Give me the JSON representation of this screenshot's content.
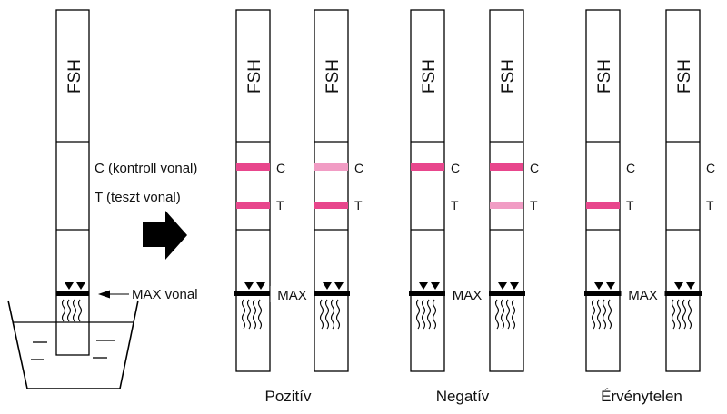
{
  "colors": {
    "line_strong": "#e8468c",
    "line_faint": "#f19cc4",
    "outline": "#000000",
    "water": "#000000"
  },
  "diagram": {
    "strip_label": "FSH",
    "c_annotation": "C (kontroll vonal)",
    "t_annotation": "T (teszt vonal)",
    "max_annotation": "MAX vonal",
    "c_mark": "C",
    "t_mark": "T",
    "max_mark": "MAX",
    "groups": [
      {
        "label": "Pozitív",
        "strips": [
          {
            "c": "strong",
            "t": "strong"
          },
          {
            "c": "faint",
            "t": "strong"
          }
        ]
      },
      {
        "label": "Negatív",
        "strips": [
          {
            "c": "strong",
            "t": "none"
          },
          {
            "c": "strong",
            "t": "faint"
          }
        ]
      },
      {
        "label": "Érvénytelen",
        "strips": [
          {
            "c": "none",
            "t": "strong"
          },
          {
            "c": "none",
            "t": "none"
          }
        ]
      }
    ]
  }
}
